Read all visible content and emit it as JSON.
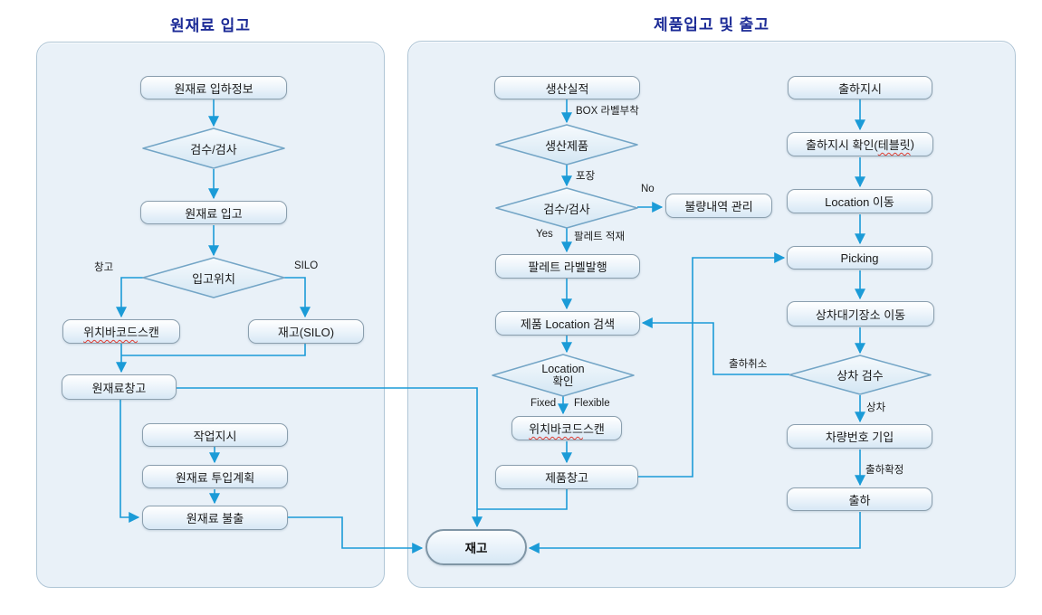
{
  "titles": {
    "left": "원재료 입고",
    "right": "제품입고 및 출고"
  },
  "colors": {
    "connector": "#1b9bd7",
    "title": "#1b2a96",
    "panel_fill": "#e9f1f8",
    "panel_border": "#b0c6d6",
    "box_border": "#8b9fae",
    "spellcheck_underline": "#e03c31"
  },
  "nodes": {
    "mat_arrival_info": "원재료 입하정보",
    "inspection1": "검수/검사",
    "mat_receiving": "원재료 입고",
    "receiving_location": "입고위치",
    "barcode_scan1_wavy": "위치바코드",
    "barcode_scan1_rest": " 스캔",
    "stock_silo": "재고(SILO)",
    "mat_warehouse": "원재료창고",
    "work_order": "작업지시",
    "mat_input_plan": "원재료 투입계획",
    "mat_issue": "원재료 불출",
    "prod_result": "생산실적",
    "prod_product": "생산제품",
    "inspection2": "검수/검사",
    "defect_mgmt": "불량내역 관리",
    "pallet_label": "팔레트 라벨발행",
    "prod_loc_search": "제품 Location 검색",
    "loc_check_line1": "Location",
    "loc_check_line2": "확인",
    "barcode_scan2_wavy": "위치바코드",
    "barcode_scan2_rest": " 스캔",
    "prod_warehouse": "제품창고",
    "stock": "재고",
    "ship_order": "출하지시",
    "ship_order_confirm_pre": "출하지시 확인(",
    "ship_order_confirm_wavy": "테블릿",
    "ship_order_confirm_post": ")",
    "loc_move": "Location 이동",
    "picking": "Picking",
    "loading_wait_move": "상차대기장소 이동",
    "loading_inspect": "상차 검수",
    "vehicle_no": "차량번호 기입",
    "shipping": "출하"
  },
  "edge_labels": {
    "warehouse": "창고",
    "silo": "SILO",
    "box_label": "BOX 라벨부착",
    "packing": "포장",
    "no": "No",
    "yes": "Yes",
    "pallet_load": "팔레트 적재",
    "fixed": "Fixed",
    "flexible": "Flexible",
    "ship_cancel": "출하취소",
    "loading": "상차",
    "ship_confirm": "출하확정"
  }
}
